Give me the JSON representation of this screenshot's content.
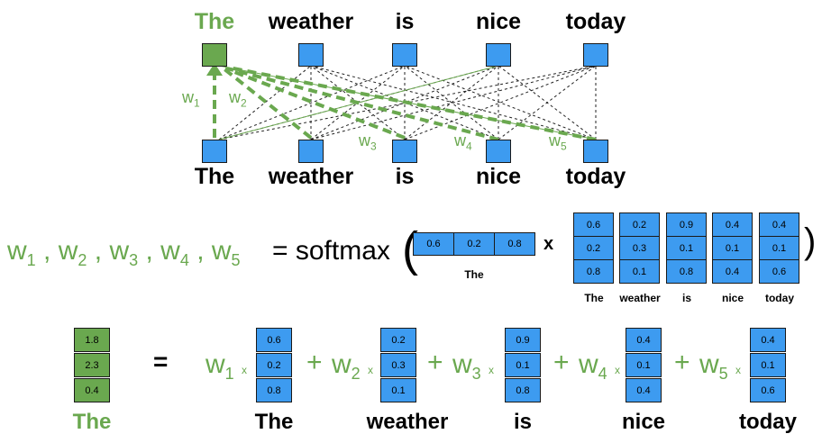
{
  "top_words": [
    "The",
    "weather",
    "is",
    "nice",
    "today"
  ],
  "bottom_words": [
    "The",
    "weather",
    "is",
    "nice",
    "today"
  ],
  "weight_labels": [
    "w",
    "w",
    "w",
    "w",
    "w"
  ],
  "weight_subs": [
    "1",
    "2",
    "3",
    "4",
    "5"
  ],
  "equation": {
    "lhs_w": "w",
    "comma": ",",
    "equals_softmax": "= softmax",
    "open_paren": "(",
    "close_paren": ")",
    "times": "x",
    "query_values": [
      "0.6",
      "0.2",
      "0.8"
    ],
    "query_label": "The",
    "key_vectors": [
      {
        "label": "The",
        "values": [
          "0.6",
          "0.2",
          "0.8"
        ]
      },
      {
        "label": "weather",
        "values": [
          "0.2",
          "0.3",
          "0.1"
        ]
      },
      {
        "label": "is",
        "values": [
          "0.9",
          "0.1",
          "0.8"
        ]
      },
      {
        "label": "nice",
        "values": [
          "0.4",
          "0.1",
          "0.4"
        ]
      },
      {
        "label": "today",
        "values": [
          "0.4",
          "0.1",
          "0.6"
        ]
      }
    ]
  },
  "sum": {
    "result_values": [
      "1.8",
      "2.3",
      "0.4"
    ],
    "result_label": "The",
    "equals": "=",
    "plus": "+",
    "small_x": "x",
    "terms": [
      {
        "w": "w",
        "sub": "1",
        "label": "The",
        "values": [
          "0.6",
          "0.2",
          "0.8"
        ]
      },
      {
        "w": "w",
        "sub": "2",
        "label": "weather",
        "values": [
          "0.2",
          "0.3",
          "0.1"
        ]
      },
      {
        "w": "w",
        "sub": "3",
        "label": "is",
        "values": [
          "0.9",
          "0.1",
          "0.8"
        ]
      },
      {
        "w": "w",
        "sub": "4",
        "label": "nice",
        "values": [
          "0.4",
          "0.1",
          "0.4"
        ]
      },
      {
        "w": "w",
        "sub": "5",
        "label": "today",
        "values": [
          "0.4",
          "0.1",
          "0.6"
        ]
      }
    ]
  },
  "colors": {
    "green": "#6aa84f",
    "blue": "#3d9bf0"
  }
}
